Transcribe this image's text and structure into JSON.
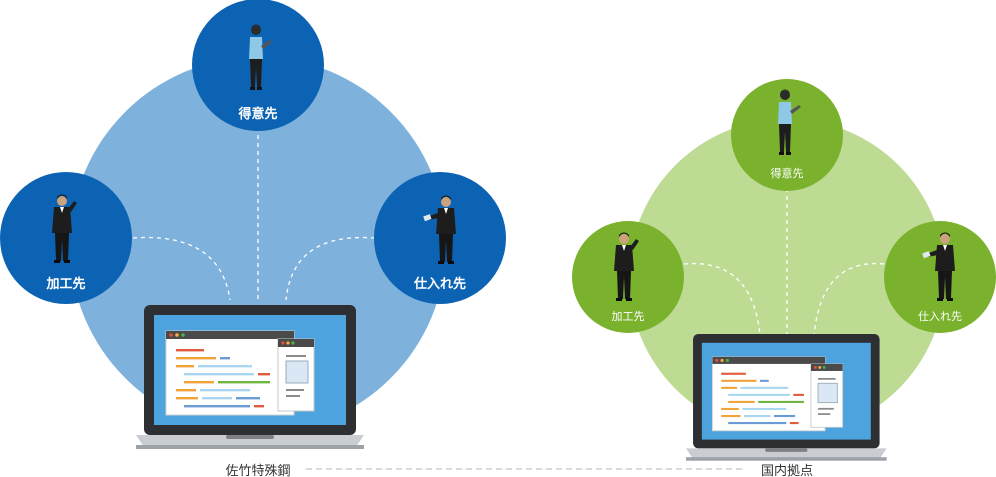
{
  "colors": {
    "blue_main": "#7eb1dc",
    "blue_node": "#0d63b3",
    "green_main": "#bedb94",
    "green_node": "#7ab22e",
    "connector_line": "#ffffff",
    "footer_line": "#b5b5b5",
    "footer_text": "#333333"
  },
  "left_network": {
    "label": "佐竹特殊鋼",
    "nodes": [
      {
        "label": "得意先",
        "figure": "woman-with-tablet-icon"
      },
      {
        "label": "加工先",
        "figure": "man-on-phone-icon"
      },
      {
        "label": "仕入れ先",
        "figure": "man-with-tablet-icon"
      }
    ],
    "center": "laptop-icon"
  },
  "right_network": {
    "label": "国内拠点",
    "nodes": [
      {
        "label": "得意先",
        "figure": "woman-with-tablet-icon"
      },
      {
        "label": "加工先",
        "figure": "man-on-phone-icon"
      },
      {
        "label": "仕入れ先",
        "figure": "man-with-tablet-icon"
      }
    ],
    "center": "laptop-icon"
  }
}
